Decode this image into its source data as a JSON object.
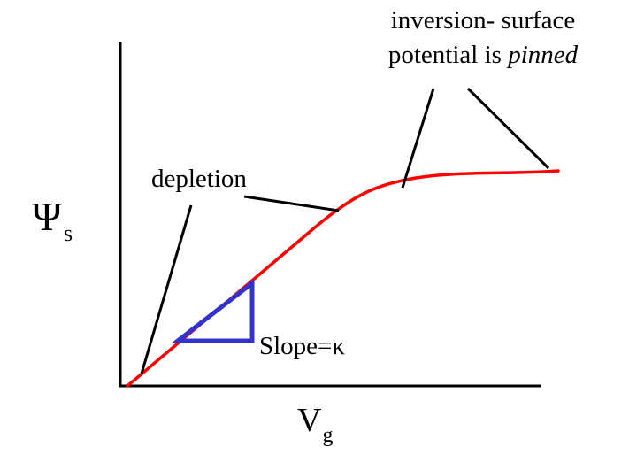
{
  "y_axis_label": {
    "symbol": "Ψ",
    "subscript": "s"
  },
  "x_axis_label": {
    "symbol": "V",
    "subscript": "g"
  },
  "annotations": {
    "depletion": "depletion",
    "inversion_line1": "inversion- surface",
    "inversion_line2_prefix": "potential is ",
    "inversion_line2_emphasis": "pinned",
    "slope_prefix": "Slope=",
    "slope_symbol": "κ"
  },
  "colors": {
    "curve": "#ff0000",
    "slope_triangle": "#3333cc",
    "axes": "#000000",
    "leader_lines": "#000000"
  }
}
